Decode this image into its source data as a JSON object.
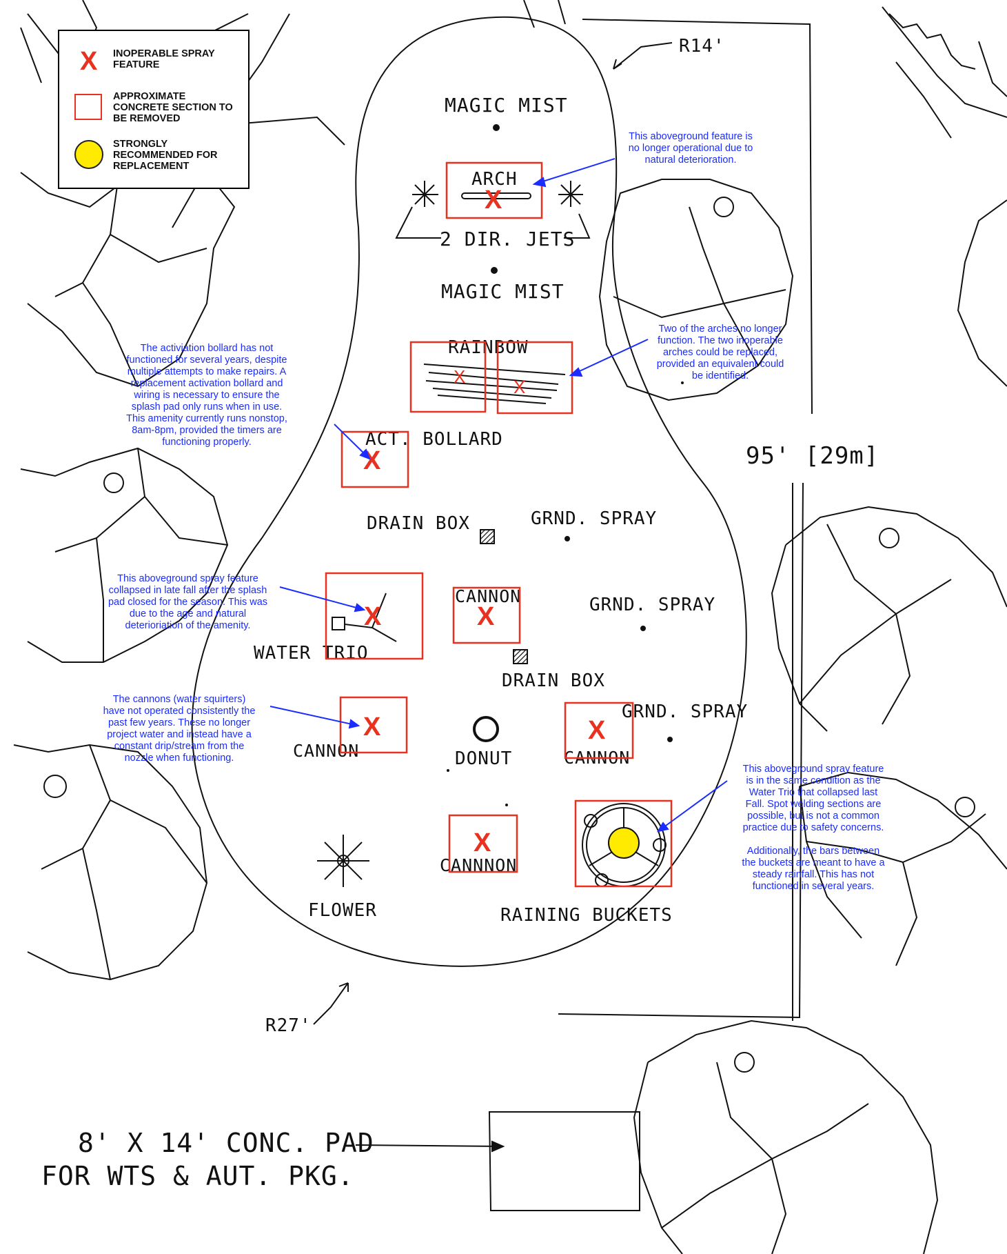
{
  "legend": {
    "inoperable": "INOPERABLE SPRAY FEATURE",
    "concrete": "APPROXIMATE CONCRETE SECTION TO BE REMOVED",
    "replacement": "STRONGLY RECOMMENDED FOR REPLACEMENT",
    "x_mark": "X"
  },
  "labels": {
    "magic_mist_top": "MAGIC MIST",
    "arch": "ARCH",
    "dir_jets": "2 DIR. JETS",
    "magic_mist_bottom": "MAGIC MIST",
    "rainbow": "RAINBOW",
    "act_bollard": "ACT. BOLLARD",
    "drain_box_1": "DRAIN BOX",
    "grnd_spray_1": "GRND. SPRAY",
    "cannon_1": "CANNON",
    "grnd_spray_2": "GRND. SPRAY",
    "water_trio": "WATER TRIO",
    "drain_box_2": "DRAIN BOX",
    "grnd_spray_3": "GRND. SPRAY",
    "cannon_2": "CANNON",
    "donut": "DONUT",
    "cannon_3": "CANNON",
    "cannnon": "CANNNON",
    "flower": "FLOWER",
    "raining_buckets": "RAINING BUCKETS",
    "dim_width": "95' [29m]",
    "radius_top": "R14'",
    "radius_bottom": "R27'",
    "pad_line1": "8' X 14' CONC. PAD",
    "pad_line2": "FOR WTS & AUT. PKG."
  },
  "notes": {
    "arch": "This aboveground feature is\nno longer operational due to\nnatural deterioration.",
    "rainbow": "Two of the arches no longer\nfunction. The two inoperable\narches could be replaced,\nprovided an equivalent could\nbe identified.",
    "bollard": "The activiation bollard has not\nfunctioned for several years, despite\nmultiple attempts to make repairs. A\nreplacement activation bollard and\nwiring is necessary to ensure the\nsplash pad only runs when in use.\nThis amenity currently runs nonstop,\n8am-8pm, provided the timers are\nfunctioning properly.",
    "water_trio": "This aboveground spray feature\ncollapsed in late fall after the splash\npad closed for the season. This was\ndue to the age and natural\ndeterioriation of the amenity.",
    "cannons": "The cannons (water squirters)\nhave not operated consistently the\npast few years. These no longer\nproject water and instead have a\nconstant drip/stream from the\nnozzle when functioning.",
    "buckets": "This aboveground spray feature\nis in the same condition as the\nWater Trio that collapsed last\nFall. Spot welding sections are\npossible, but is not a common\npractice due to safety concerns.\n\nAdditionally, the bars between\nthe buckets are meant to have a\nsteady rainfall. This has not\nfunctioned in several years."
  },
  "colors": {
    "inoperable": "#e8311f",
    "annotation": "#1a2cff",
    "replacement": "#ffeb00",
    "linework": "#111111"
  }
}
